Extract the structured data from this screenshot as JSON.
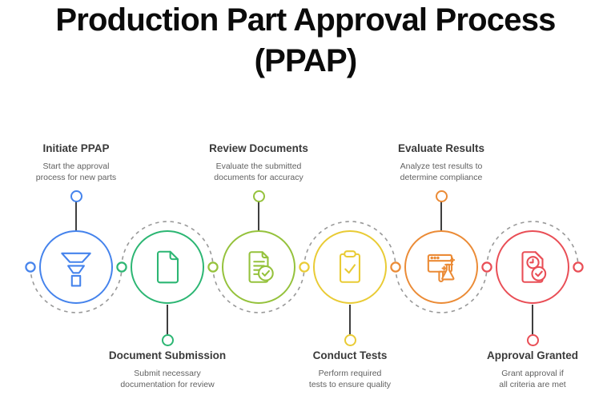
{
  "header": {
    "title": "Production Part Approval Process (PPAP)"
  },
  "connector": {
    "dash_color": "#999999",
    "stem_color": "#3f3f3f"
  },
  "steps": [
    {
      "label": "Initiate PPAP",
      "description": "Start the approval process for new parts",
      "color": "#4583ec",
      "icon": "funnel-icon",
      "label_position": "top"
    },
    {
      "label": "Document Submission",
      "description": "Submit necessary documentation for review",
      "color": "#2cb673",
      "icon": "document-icon",
      "label_position": "bottom"
    },
    {
      "label": "Review Documents",
      "description": "Evaluate the submitted documents for accuracy",
      "color": "#95c23c",
      "icon": "document-check-icon",
      "label_position": "top"
    },
    {
      "label": "Conduct Tests",
      "description": "Perform required tests to ensure quality",
      "color": "#e9cb35",
      "icon": "clipboard-check-icon",
      "label_position": "bottom"
    },
    {
      "label": "Evaluate Results",
      "description": "Analyze test results to determine compliance",
      "color": "#eb8b36",
      "icon": "lab-test-icon",
      "label_position": "top"
    },
    {
      "label": "Approval Granted",
      "description": "Grant approval if all criteria are met",
      "color": "#e94e56",
      "icon": "approved-document-icon",
      "label_position": "bottom"
    }
  ]
}
